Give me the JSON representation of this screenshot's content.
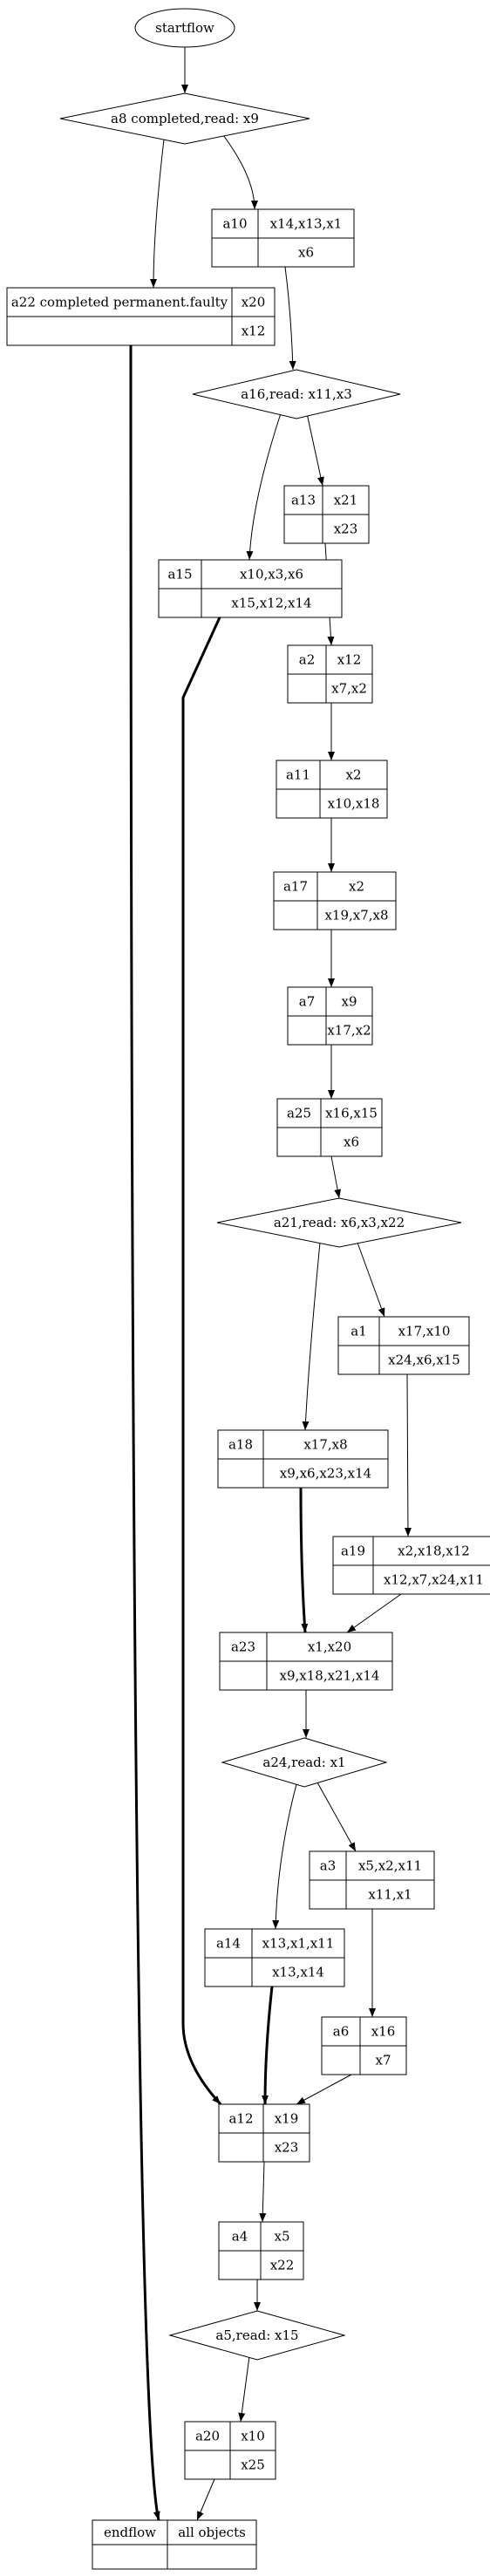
{
  "colors": {
    "stroke": "#000000",
    "background": "#ffffff",
    "text": "#000000"
  },
  "nodes": [
    {
      "id": "startflow",
      "kind": "ellipse",
      "label": "startflow"
    },
    {
      "id": "d_a8",
      "kind": "diamond",
      "label": "a8 completed,read: x9"
    },
    {
      "id": "a10",
      "kind": "table",
      "name": "a10",
      "top": "x14,x13,x1",
      "bottom": "x6"
    },
    {
      "id": "a22",
      "kind": "table",
      "name": "a22 completed permanent.faulty",
      "top": "x20",
      "bottom": "x12"
    },
    {
      "id": "d_a16",
      "kind": "diamond",
      "label": "a16,read: x11,x3"
    },
    {
      "id": "a13",
      "kind": "table",
      "name": "a13",
      "top": "x21",
      "bottom": "x23"
    },
    {
      "id": "a15",
      "kind": "table",
      "name": "a15",
      "top": "x10,x3,x6",
      "bottom": "x15,x12,x14"
    },
    {
      "id": "a2",
      "kind": "table",
      "name": "a2",
      "top": "x12",
      "bottom": "x7,x2"
    },
    {
      "id": "a11",
      "kind": "table",
      "name": "a11",
      "top": "x2",
      "bottom": "x10,x18"
    },
    {
      "id": "a17",
      "kind": "table",
      "name": "a17",
      "top": "x2",
      "bottom": "x19,x7,x8"
    },
    {
      "id": "a7",
      "kind": "table",
      "name": "a7",
      "top": "x9",
      "bottom": "x17,x2"
    },
    {
      "id": "a25",
      "kind": "table",
      "name": "a25",
      "top": "x16,x15",
      "bottom": "x6"
    },
    {
      "id": "d_a21",
      "kind": "diamond",
      "label": "a21,read: x6,x3,x22"
    },
    {
      "id": "a1",
      "kind": "table",
      "name": "a1",
      "top": "x17,x10",
      "bottom": "x24,x6,x15"
    },
    {
      "id": "a18",
      "kind": "table",
      "name": "a18",
      "top": "x17,x8",
      "bottom": "x9,x6,x23,x14"
    },
    {
      "id": "a19",
      "kind": "table",
      "name": "a19",
      "top": "x2,x18,x12",
      "bottom": "x12,x7,x24,x11"
    },
    {
      "id": "a23",
      "kind": "table",
      "name": "a23",
      "top": "x1,x20",
      "bottom": "x9,x18,x21,x14"
    },
    {
      "id": "d_a24",
      "kind": "diamond",
      "label": "a24,read: x1"
    },
    {
      "id": "a3",
      "kind": "table",
      "name": "a3",
      "top": "x5,x2,x11",
      "bottom": "x11,x1"
    },
    {
      "id": "a14",
      "kind": "table",
      "name": "a14",
      "top": "x13,x1,x11",
      "bottom": "x13,x14"
    },
    {
      "id": "a6",
      "kind": "table",
      "name": "a6",
      "top": "x16",
      "bottom": "x7"
    },
    {
      "id": "a12",
      "kind": "table",
      "name": "a12",
      "top": "x19",
      "bottom": "x23"
    },
    {
      "id": "a4",
      "kind": "table",
      "name": "a4",
      "top": "x5",
      "bottom": "x22"
    },
    {
      "id": "d_a5",
      "kind": "diamond",
      "label": "a5,read: x15"
    },
    {
      "id": "a20",
      "kind": "table",
      "name": "a20",
      "top": "x10",
      "bottom": "x25"
    },
    {
      "id": "endflow",
      "kind": "table",
      "name": "endflow",
      "top": "all objects",
      "bottom": ""
    }
  ],
  "edges": [
    {
      "from": "startflow",
      "to": "d_a8",
      "bold": false
    },
    {
      "from": "d_a8",
      "to": "a10",
      "bold": false
    },
    {
      "from": "d_a8",
      "to": "a22",
      "bold": false
    },
    {
      "from": "a10",
      "to": "d_a16",
      "bold": false
    },
    {
      "from": "a22",
      "to": "endflow",
      "bold": true
    },
    {
      "from": "d_a16",
      "to": "a13",
      "bold": false
    },
    {
      "from": "d_a16",
      "to": "a15",
      "bold": false
    },
    {
      "from": "a13",
      "to": "a2",
      "bold": false
    },
    {
      "from": "a15",
      "to": "a12",
      "bold": true
    },
    {
      "from": "a2",
      "to": "a11",
      "bold": false
    },
    {
      "from": "a11",
      "to": "a17",
      "bold": false
    },
    {
      "from": "a17",
      "to": "a7",
      "bold": false
    },
    {
      "from": "a7",
      "to": "a25",
      "bold": false
    },
    {
      "from": "a25",
      "to": "d_a21",
      "bold": false
    },
    {
      "from": "d_a21",
      "to": "a1",
      "bold": false
    },
    {
      "from": "d_a21",
      "to": "a18",
      "bold": false
    },
    {
      "from": "a1",
      "to": "a19",
      "bold": false
    },
    {
      "from": "a18",
      "to": "a23",
      "bold": true
    },
    {
      "from": "a19",
      "to": "a23",
      "bold": false
    },
    {
      "from": "a23",
      "to": "d_a24",
      "bold": false
    },
    {
      "from": "d_a24",
      "to": "a3",
      "bold": false
    },
    {
      "from": "d_a24",
      "to": "a14",
      "bold": false
    },
    {
      "from": "a3",
      "to": "a6",
      "bold": false
    },
    {
      "from": "a14",
      "to": "a12",
      "bold": true
    },
    {
      "from": "a6",
      "to": "a12",
      "bold": false
    },
    {
      "from": "a12",
      "to": "a4",
      "bold": false
    },
    {
      "from": "a4",
      "to": "d_a5",
      "bold": false
    },
    {
      "from": "d_a5",
      "to": "a20",
      "bold": false
    },
    {
      "from": "a20",
      "to": "endflow",
      "bold": false
    }
  ]
}
